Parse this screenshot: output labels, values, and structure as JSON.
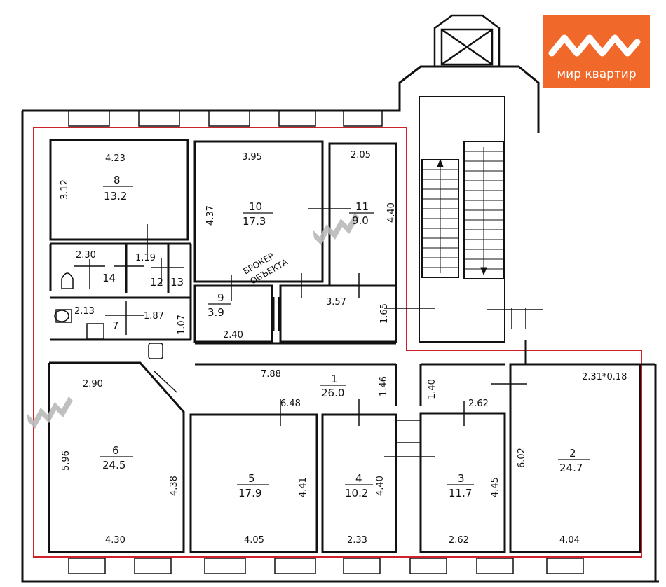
{
  "brand": {
    "name": "мир квартир",
    "accent_color": "#f0692a"
  },
  "watermark": {
    "text_line1": "БРОКЕР",
    "text_line2": "ОБЪЕКТА"
  },
  "rooms": [
    {
      "id": "8",
      "number": "8",
      "area": "13.2",
      "dims": [
        "4.23",
        "3.12"
      ]
    },
    {
      "id": "10",
      "number": "10",
      "area": "17.3",
      "dims": [
        "3.95",
        "4.37"
      ]
    },
    {
      "id": "11",
      "number": "11",
      "area": "9.0",
      "dims": [
        "2.05",
        "4.40"
      ]
    },
    {
      "id": "14",
      "number": "14",
      "dims": [
        "2.30"
      ]
    },
    {
      "id": "12",
      "number": "12",
      "dims": [
        "1.19"
      ]
    },
    {
      "id": "13",
      "number": "13"
    },
    {
      "id": "7",
      "number": "7",
      "dims": [
        "2.13",
        "1.87",
        "1.07"
      ]
    },
    {
      "id": "9",
      "number": "9",
      "area": "3.9",
      "dims": [
        "2.40"
      ]
    },
    {
      "id": "corr",
      "dims": [
        "3.57",
        "1.65"
      ]
    },
    {
      "id": "1",
      "number": "1",
      "area": "26.0",
      "dims": [
        "7.88",
        "1.46",
        "6.48"
      ]
    },
    {
      "id": "6",
      "number": "6",
      "area": "24.5",
      "dims": [
        "2.90",
        "5.96",
        "4.38",
        "4.30"
      ]
    },
    {
      "id": "5",
      "number": "5",
      "area": "17.9",
      "dims": [
        "4.41",
        "4.05"
      ]
    },
    {
      "id": "4",
      "number": "4",
      "area": "10.2",
      "dims": [
        "4.40",
        "2.33"
      ]
    },
    {
      "id": "3",
      "number": "3",
      "area": "11.7",
      "dims": [
        "1.40",
        "2.62",
        "4.45",
        "2.62"
      ]
    },
    {
      "id": "2",
      "number": "2",
      "area": "24.7",
      "dims": [
        "2.31*0.18",
        "6.02",
        "4.04"
      ]
    }
  ],
  "colors": {
    "wall": "#111111",
    "boundary": "#d0202a"
  }
}
